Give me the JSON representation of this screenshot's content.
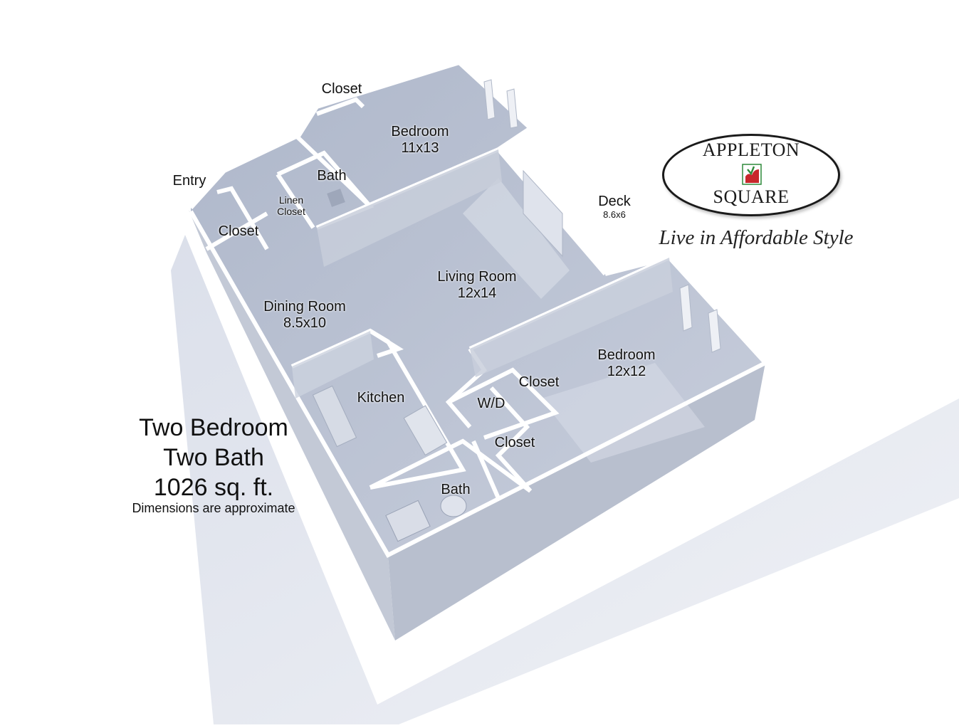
{
  "brand": {
    "name_line1": "APPLETON",
    "name_line2": "SQUARE",
    "tagline": "Live in Affordable Style",
    "colors": {
      "apple_red": "#c8282c",
      "leaf_green": "#2f8a3a",
      "ink": "#1a1a1a"
    }
  },
  "unit": {
    "title_line1": "Two Bedroom",
    "title_line2": "Two Bath",
    "area": "1026 sq. ft.",
    "note": "Dimensions are approximate"
  },
  "rooms": [
    {
      "id": "closet-top",
      "name": "Closet",
      "dim": ""
    },
    {
      "id": "bedroom-1",
      "name": "Bedroom",
      "dim": "11x13"
    },
    {
      "id": "entry",
      "name": "Entry",
      "dim": ""
    },
    {
      "id": "bath-1",
      "name": "Bath",
      "dim": ""
    },
    {
      "id": "linen-closet",
      "name": "Linen",
      "dim": "Closet"
    },
    {
      "id": "closet-entry",
      "name": "Closet",
      "dim": ""
    },
    {
      "id": "deck",
      "name": "Deck",
      "dim": "8.6x6"
    },
    {
      "id": "living-room",
      "name": "Living Room",
      "dim": "12x14"
    },
    {
      "id": "dining-room",
      "name": "Dining Room",
      "dim": "8.5x10"
    },
    {
      "id": "bedroom-2",
      "name": "Bedroom",
      "dim": "12x12"
    },
    {
      "id": "closet-bed2-upper",
      "name": "Closet",
      "dim": ""
    },
    {
      "id": "wd",
      "name": "W/D",
      "dim": ""
    },
    {
      "id": "kitchen",
      "name": "Kitchen",
      "dim": ""
    },
    {
      "id": "closet-bed2-lower",
      "name": "Closet",
      "dim": ""
    },
    {
      "id": "bath-2",
      "name": "Bath",
      "dim": ""
    }
  ],
  "palette": {
    "floor": "#b9c1d3",
    "floor_light": "#d3d8e4",
    "wall_top": "#ffffff",
    "wall_side": "#c4cad6",
    "wall_shadow": "#9aa3b6",
    "ground_shadow": "#dde2ec"
  }
}
